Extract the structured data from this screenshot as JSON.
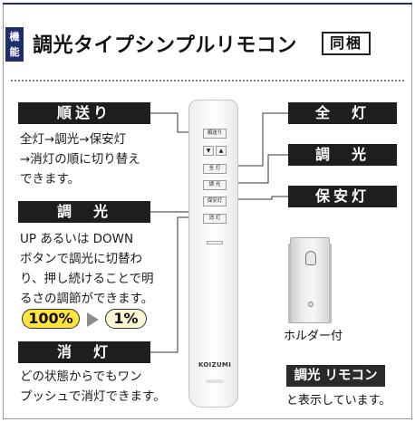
{
  "header": {
    "badge": "機能",
    "title": "調光タイプシンプルリモコン",
    "bundle": "同梱"
  },
  "sections": {
    "order": {
      "label": "順送り",
      "desc": [
        "全灯→調光→保安灯",
        "→消灯の順に切り替え",
        "できます。"
      ]
    },
    "dimming": {
      "label": "調　光",
      "desc": [
        "UP あるいは DOWN",
        "ボタンで調光に切替わ",
        "り、押し続けることで明",
        "るさの調節ができます。"
      ]
    },
    "off": {
      "label": "消　灯",
      "desc": [
        "どの状態からでもワン",
        "プッシュで消灯できます。"
      ]
    }
  },
  "range": {
    "max": "100%",
    "min": "1%"
  },
  "right_labels": {
    "full": "全　灯",
    "dim": "調　光",
    "night": "保安灯"
  },
  "remote": {
    "buttons": {
      "order": "順送り",
      "up": "▼",
      "down": "▲",
      "full": "全 灯",
      "dim": "調 光",
      "night": "保安灯",
      "off": "消 灯"
    },
    "brand": "KOIZUMI"
  },
  "holder": {
    "label": "ホルダー付"
  },
  "note": {
    "tag": "調光 リモコン",
    "text": "と表示しています。"
  },
  "colors": {
    "navy": "#1d2f6b",
    "label_bg": "#1e1e1e",
    "pill_yellow": "#ffe43a",
    "pill_cream": "#fbf6d4"
  }
}
